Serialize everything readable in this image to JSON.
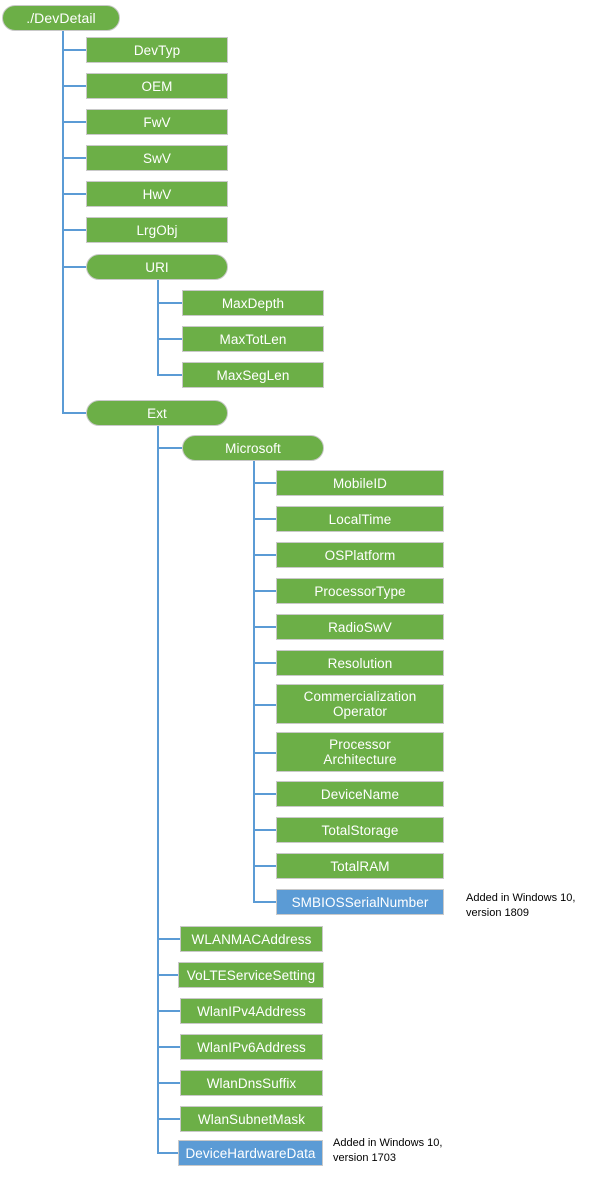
{
  "diagram": {
    "title_node": {
      "label": "./DevDetail",
      "shape": "pill",
      "color": "#6CAF47"
    },
    "colors": {
      "node_green": "#6CAF47",
      "node_blue": "#5B9BD5",
      "connector": "#5B9BD5",
      "node_border": "#C9C9C9",
      "node_text": "#FFFFFF",
      "annotation_text": "#000000",
      "background": "#FFFFFF"
    },
    "level1": [
      {
        "label": "DevTyp",
        "shape": "rect"
      },
      {
        "label": "OEM",
        "shape": "rect"
      },
      {
        "label": "FwV",
        "shape": "rect"
      },
      {
        "label": "SwV",
        "shape": "rect"
      },
      {
        "label": "HwV",
        "shape": "rect"
      },
      {
        "label": "LrgObj",
        "shape": "rect"
      },
      {
        "label": "URI",
        "shape": "pill"
      },
      {
        "label": "Ext",
        "shape": "pill"
      }
    ],
    "uri_children": [
      {
        "label": "MaxDepth",
        "shape": "rect"
      },
      {
        "label": "MaxTotLen",
        "shape": "rect"
      },
      {
        "label": "MaxSegLen",
        "shape": "rect"
      }
    ],
    "ext_children": [
      {
        "label": "Microsoft",
        "shape": "pill",
        "color": "green"
      },
      {
        "label": "WLANMACAddress",
        "shape": "rect",
        "color": "green"
      },
      {
        "label": "VoLTEServiceSetting",
        "shape": "rect",
        "color": "green"
      },
      {
        "label": "WlanIPv4Address",
        "shape": "rect",
        "color": "green"
      },
      {
        "label": "WlanIPv6Address",
        "shape": "rect",
        "color": "green"
      },
      {
        "label": "WlanDnsSuffix",
        "shape": "rect",
        "color": "green"
      },
      {
        "label": "WlanSubnetMask",
        "shape": "rect",
        "color": "green"
      },
      {
        "label": "DeviceHardwareData",
        "shape": "rect",
        "color": "blue"
      }
    ],
    "microsoft_children": [
      {
        "label": "MobileID",
        "shape": "rect",
        "color": "green",
        "lines": 1
      },
      {
        "label": "LocalTime",
        "shape": "rect",
        "color": "green",
        "lines": 1
      },
      {
        "label": "OSPlatform",
        "shape": "rect",
        "color": "green",
        "lines": 1
      },
      {
        "label": "ProcessorType",
        "shape": "rect",
        "color": "green",
        "lines": 1
      },
      {
        "label": "RadioSwV",
        "shape": "rect",
        "color": "green",
        "lines": 1
      },
      {
        "label": "Resolution",
        "shape": "rect",
        "color": "green",
        "lines": 1
      },
      {
        "label": "Commercialization\nOperator",
        "shape": "rect",
        "color": "green",
        "lines": 2
      },
      {
        "label": "Processor\nArchitecture",
        "shape": "rect",
        "color": "green",
        "lines": 2
      },
      {
        "label": "DeviceName",
        "shape": "rect",
        "color": "green",
        "lines": 1
      },
      {
        "label": "TotalStorage",
        "shape": "rect",
        "color": "green",
        "lines": 1
      },
      {
        "label": "TotalRAM",
        "shape": "rect",
        "color": "green",
        "lines": 1
      },
      {
        "label": "SMBIOSSerialNumber",
        "shape": "rect",
        "color": "blue",
        "lines": 1
      }
    ],
    "annotations": [
      {
        "text": "Added in Windows 10,\nversion 1809",
        "target": "SMBIOSSerialNumber"
      },
      {
        "text": "Added in Windows 10,\nversion 1703",
        "target": "DeviceHardwareData"
      }
    ]
  }
}
